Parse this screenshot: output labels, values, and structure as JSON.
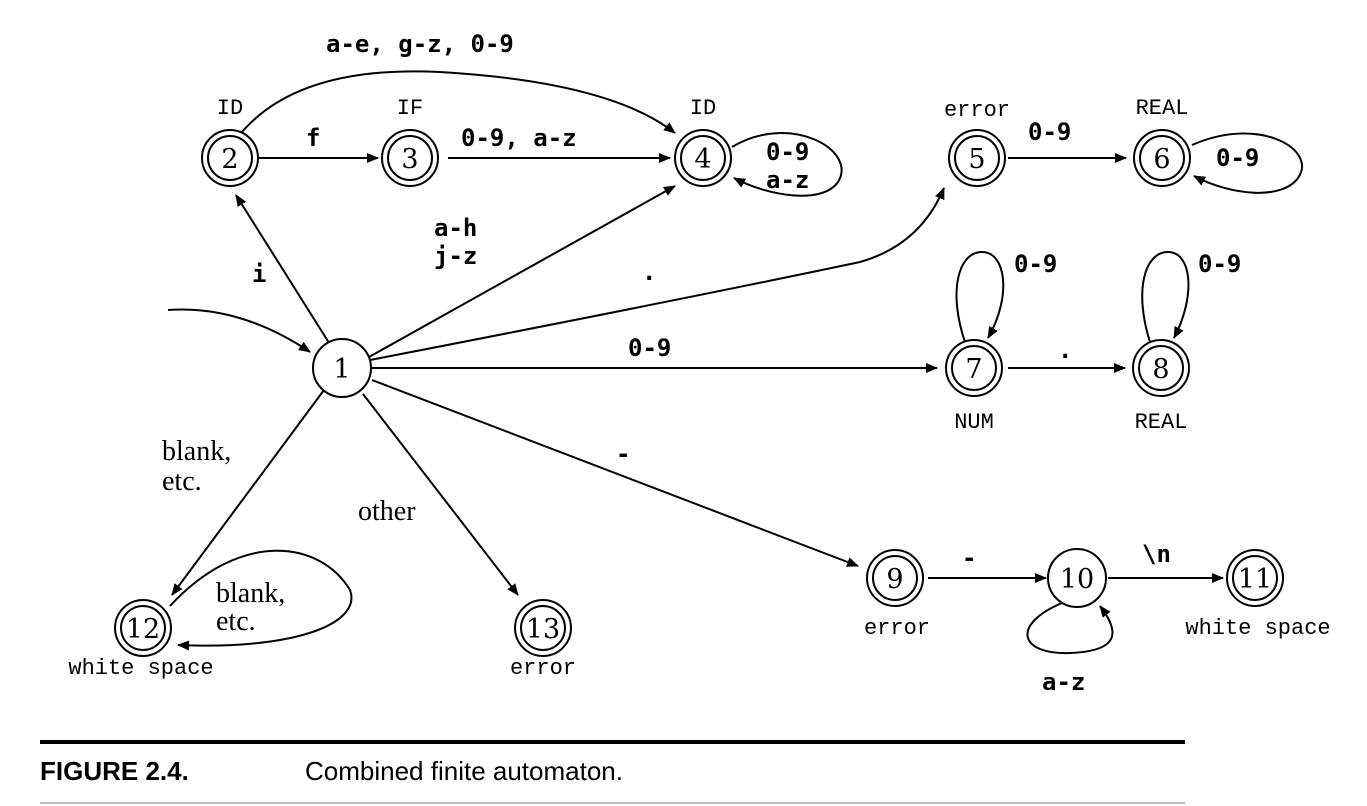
{
  "states": [
    {
      "id": "1",
      "number": "1",
      "accepting": false,
      "tag": ""
    },
    {
      "id": "2",
      "number": "2",
      "accepting": true,
      "tag": "ID"
    },
    {
      "id": "3",
      "number": "3",
      "accepting": true,
      "tag": "IF"
    },
    {
      "id": "4",
      "number": "4",
      "accepting": true,
      "tag": "ID"
    },
    {
      "id": "5",
      "number": "5",
      "accepting": true,
      "tag": "error"
    },
    {
      "id": "6",
      "number": "6",
      "accepting": true,
      "tag": "REAL"
    },
    {
      "id": "7",
      "number": "7",
      "accepting": true,
      "tag": "NUM"
    },
    {
      "id": "8",
      "number": "8",
      "accepting": true,
      "tag": "REAL"
    },
    {
      "id": "9",
      "number": "9",
      "accepting": true,
      "tag": "error"
    },
    {
      "id": "10",
      "number": "10",
      "accepting": false,
      "tag": ""
    },
    {
      "id": "11",
      "number": "11",
      "accepting": true,
      "tag": "white space"
    },
    {
      "id": "12",
      "number": "12",
      "accepting": true,
      "tag": "white space"
    },
    {
      "id": "13",
      "number": "13",
      "accepting": true,
      "tag": "error"
    }
  ],
  "transitions": [
    {
      "id": "1-2",
      "from": "1",
      "to": "2",
      "label": [
        "i"
      ]
    },
    {
      "id": "2-3",
      "from": "2",
      "to": "3",
      "label": [
        "f"
      ]
    },
    {
      "id": "2-4",
      "from": "2",
      "to": "4",
      "label": [
        "a-e, g-z, 0-9"
      ]
    },
    {
      "id": "3-4",
      "from": "3",
      "to": "4",
      "label": [
        "0-9, a-z"
      ]
    },
    {
      "id": "4-4",
      "from": "4",
      "to": "4",
      "label": [
        "0-9",
        "a-z"
      ]
    },
    {
      "id": "1-4",
      "from": "1",
      "to": "4",
      "label": [
        "a-h",
        "j-z"
      ]
    },
    {
      "id": "1-5",
      "from": "1",
      "to": "5",
      "label": [
        "."
      ]
    },
    {
      "id": "5-6",
      "from": "5",
      "to": "6",
      "label": [
        "0-9"
      ]
    },
    {
      "id": "6-6",
      "from": "6",
      "to": "6",
      "label": [
        "0-9"
      ]
    },
    {
      "id": "1-7",
      "from": "1",
      "to": "7",
      "label": [
        "0-9"
      ]
    },
    {
      "id": "7-7",
      "from": "7",
      "to": "7",
      "label": [
        "0-9"
      ]
    },
    {
      "id": "7-8",
      "from": "7",
      "to": "8",
      "label": [
        "."
      ]
    },
    {
      "id": "8-8",
      "from": "8",
      "to": "8",
      "label": [
        "0-9"
      ]
    },
    {
      "id": "1-9",
      "from": "1",
      "to": "9",
      "label": [
        "-"
      ]
    },
    {
      "id": "9-10",
      "from": "9",
      "to": "10",
      "label": [
        "-"
      ]
    },
    {
      "id": "10-10",
      "from": "10",
      "to": "10",
      "label": [
        "a-z"
      ]
    },
    {
      "id": "10-11",
      "from": "10",
      "to": "11",
      "label": [
        "\\n"
      ]
    },
    {
      "id": "1-12",
      "from": "1",
      "to": "12",
      "label": [
        "blank,",
        "etc."
      ]
    },
    {
      "id": "12-12",
      "from": "12",
      "to": "12",
      "label": [
        "blank,",
        "etc."
      ]
    },
    {
      "id": "1-13",
      "from": "1",
      "to": "13",
      "label": [
        "other"
      ]
    }
  ],
  "caption": {
    "label": "FIGURE 2.4.",
    "text": "Combined finite automaton."
  },
  "colors": {
    "ink": "#000000",
    "background": "#ffffff"
  }
}
